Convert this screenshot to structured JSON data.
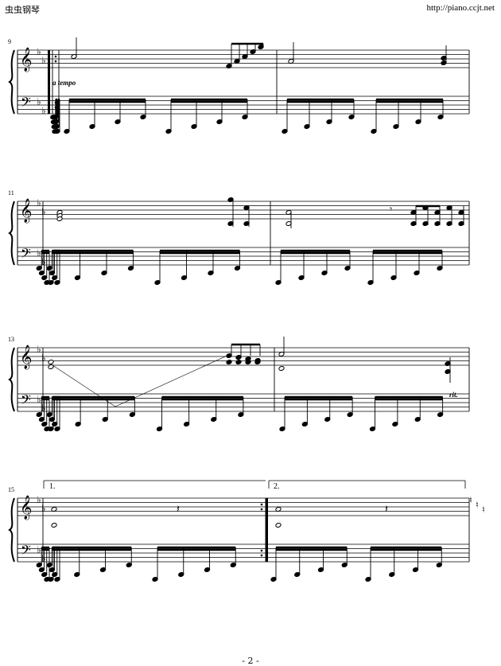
{
  "header": {
    "site_name": "虫虫钢琴",
    "site_url": "http://piano.ccjt.net"
  },
  "page_number": "- 2 -",
  "systems": [
    {
      "measure_number": "9",
      "expression": "a tempo",
      "expression_right": ""
    },
    {
      "measure_number": "11",
      "expression": "",
      "expression_right": ""
    },
    {
      "measure_number": "13",
      "expression": "",
      "expression_right": "rit."
    },
    {
      "measure_number": "15",
      "expression": "",
      "expression_right": ""
    }
  ],
  "volta": {
    "first": "1.",
    "second": "2."
  },
  "icons": {
    "treble_clef": "treble-clef-icon",
    "bass_clef": "bass-clef-icon",
    "flat": "flat-icon",
    "natural": "natural-icon"
  }
}
